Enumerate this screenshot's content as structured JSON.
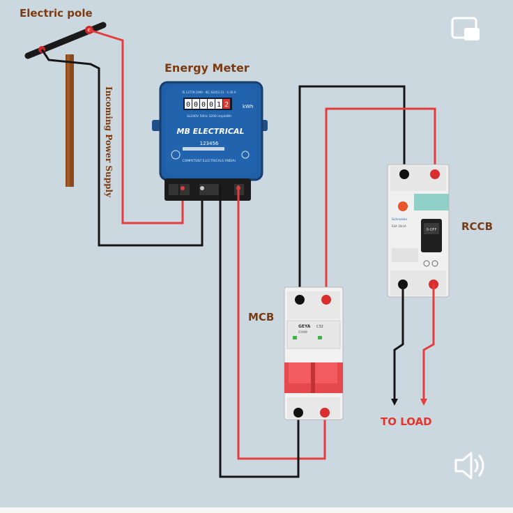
{
  "labels": {
    "electric_pole": "Electric pole",
    "energy_meter": "Energy Meter",
    "incoming_supply": "Incoming Power Supply",
    "mcb": "MCB",
    "rccb": "RCCB",
    "to_load": "TO LOAD"
  },
  "meter": {
    "digits": [
      "0",
      "0",
      "0",
      "0",
      "1",
      "2"
    ],
    "unit": "kWh",
    "brand": "MB ELECTRICAL",
    "serial": "123456",
    "footer": "COMPETENT ELECTRICALS (INDIA)",
    "small_text": "IS 13779:1999 · IEC 62053-21 · 5-30 A",
    "spec_text": "3x240V 50Hz 3200 imp/kWh"
  },
  "mcb": {
    "brand": "GEYA",
    "model": "GYM9",
    "rating": "C32"
  },
  "rccb": {
    "brand": "Schneider",
    "rating": "63A 30mA",
    "off_label": "0-OFF"
  },
  "colors": {
    "live_wire": "#e43d3d",
    "neutral_wire": "#141414",
    "label_brown": "#7a3b13",
    "to_load_red": "#e4342e",
    "background": "#ccd8df",
    "meter_blue": "#1e5fa6"
  },
  "icons": {
    "pip": "picture-in-picture-icon",
    "sound": "speaker-icon"
  }
}
